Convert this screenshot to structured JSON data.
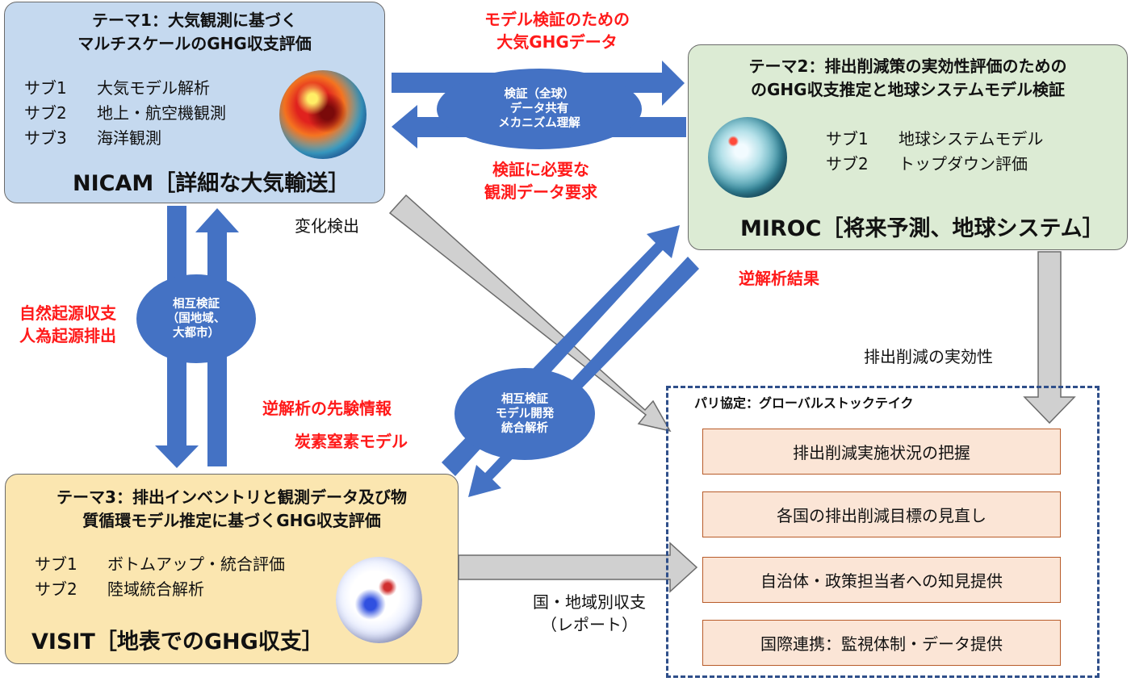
{
  "theme1": {
    "title": "テーマ1：大気観測に基づく\nマルチスケールのGHG収支評価",
    "subs": [
      {
        "no": "サブ1",
        "label": "大気モデル解析"
      },
      {
        "no": "サブ2",
        "label": "地上・航空機観測"
      },
      {
        "no": "サブ3",
        "label": "海洋観測"
      }
    ],
    "model": "NICAM［詳細な大気輸送］"
  },
  "theme2": {
    "title": "テーマ2：排出削減策の実効性評価のための\nのGHG収支推定と地球システムモデル検証",
    "subs": [
      {
        "no": "サブ1",
        "label": "地球システムモデル"
      },
      {
        "no": "サブ2",
        "label": "トップダウン評価"
      }
    ],
    "model": "MIROC［将来予測、地球システム］"
  },
  "theme3": {
    "title": "テーマ3：排出インベントリと観測データ及び物\n質循環モデル推定に基づくGHG収支評価",
    "subs": [
      {
        "no": "サブ1",
        "label": "ボトムアップ・統合評価"
      },
      {
        "no": "サブ2",
        "label": "陸域統合解析"
      }
    ],
    "model": "VISIT［地表でのGHG収支］"
  },
  "labels": {
    "top_right_arrow": "モデル検証のための\n大気GHGデータ",
    "top_left_arrow": "検証に必要な\n観測データ要求",
    "left_side": "自然起源収支\n人為起源排出",
    "prior_info": "逆解析の先験情報",
    "carbon_nitrogen": "炭素窒素モデル",
    "inverse_result": "逆解析結果",
    "change_detection": "変化検出",
    "effectiveness": "排出削減の実効性",
    "country_budget": "国・地域別収支\n（レポート）"
  },
  "ellipses": {
    "top": "検証（全球）\nデータ共有\nメカニズム理解",
    "left": "相互検証\n（国地域、\n大都市）",
    "middle": "相互検証\nモデル開発\n統合解析"
  },
  "paris": {
    "title": "パリ協定：グローバルストックテイク",
    "items": [
      "排出削減実施状況の把握",
      "各国の排出削減目標の見直し",
      "自治体・政策担当者への知見提供",
      "国際連携：監視体制・データ提供"
    ]
  },
  "colors": {
    "theme1_fill": "#c5d9ef",
    "theme2_fill": "#dcebd4",
    "theme3_fill": "#fbe6b0",
    "blue_arrow": "#4472c4",
    "gray_arrow": "#d0d0d0",
    "red_text": "#ff1a1a",
    "paris_border": "#2f4f8a",
    "item_fill": "#fbe5d6"
  }
}
